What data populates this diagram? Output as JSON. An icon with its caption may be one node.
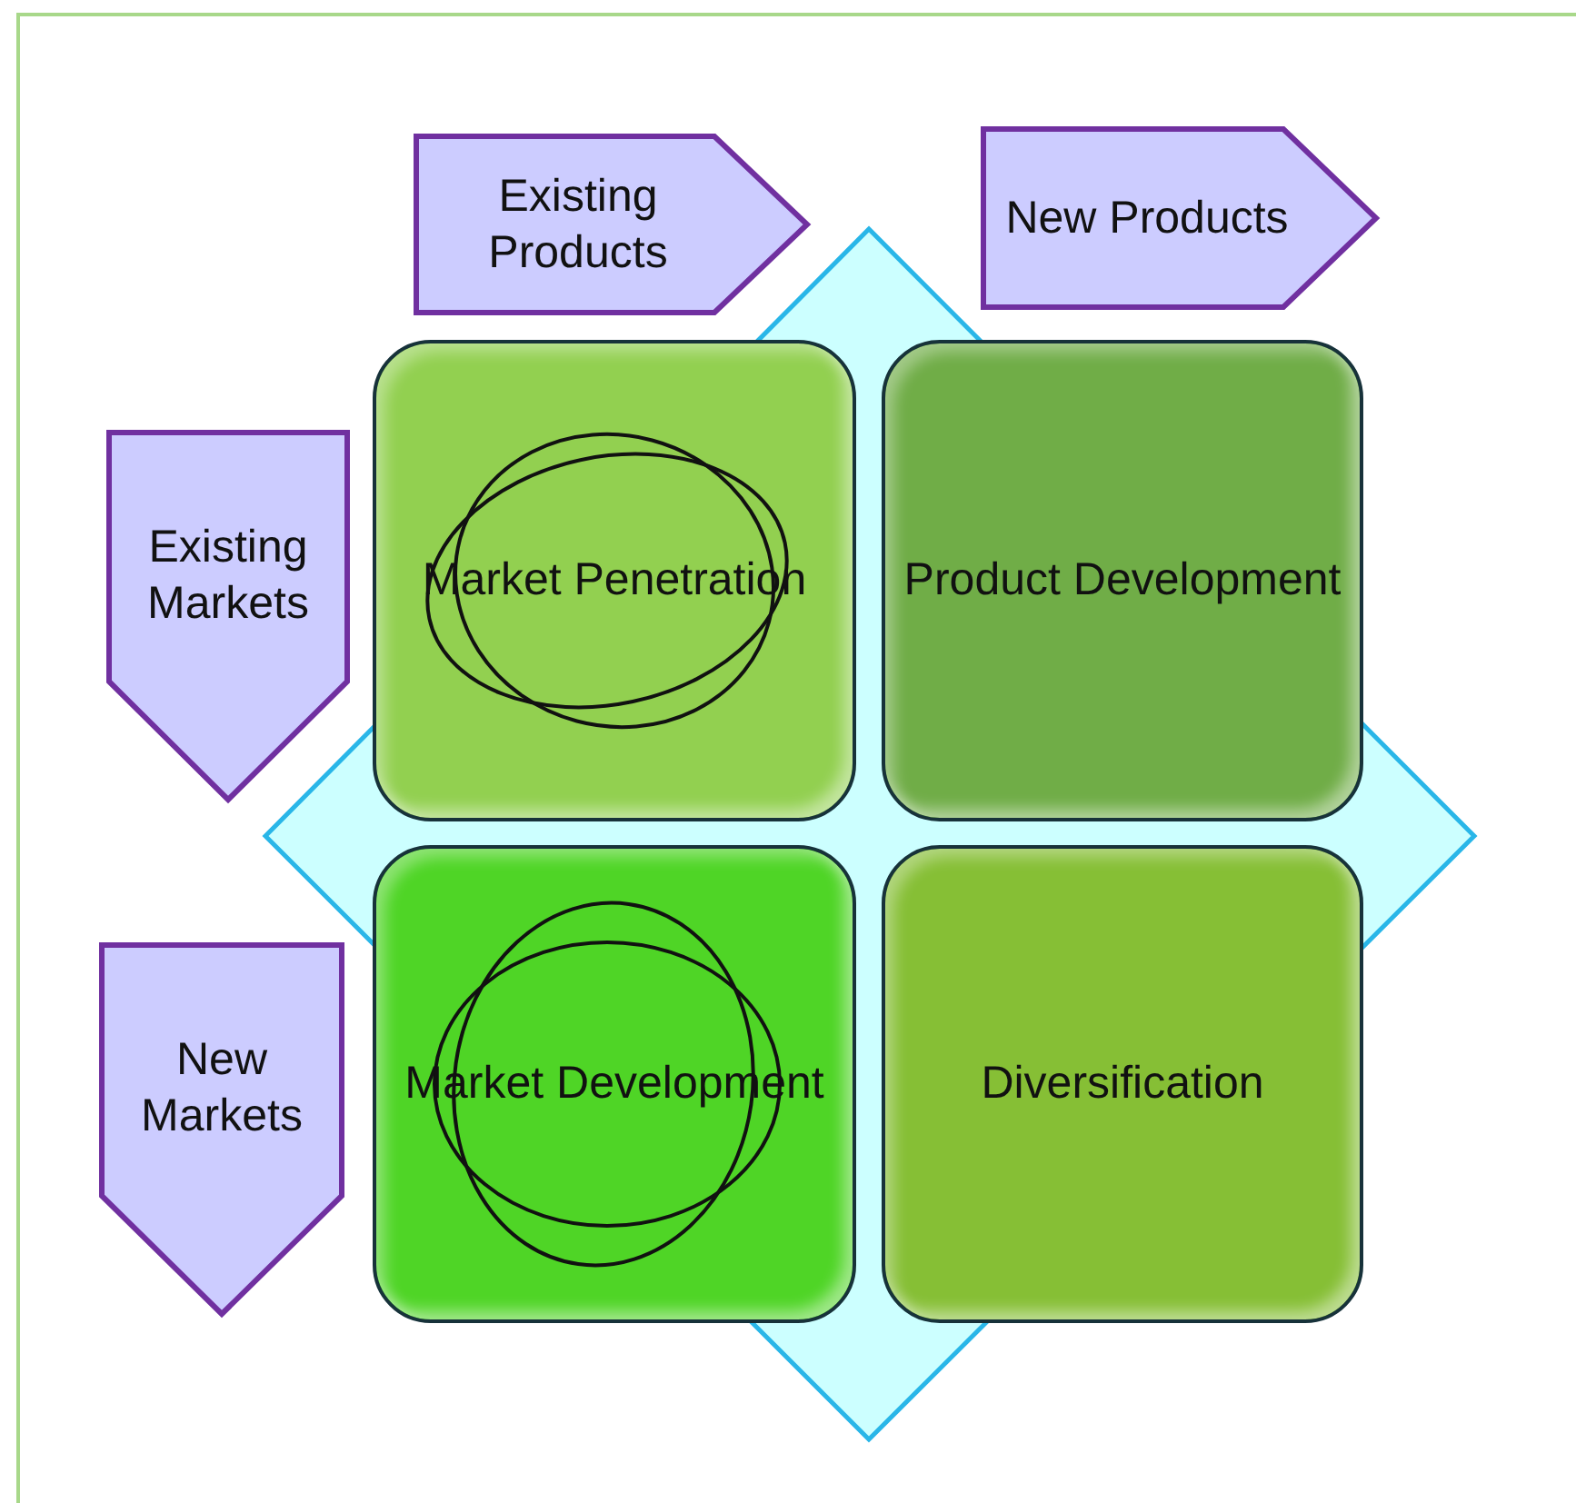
{
  "diagram": {
    "nodes": [
      {
        "text": [
          "Existing Products"
        ]
      },
      {
        "text": [
          "New Products"
        ]
      },
      {
        "text": [
          "Existing Markets"
        ]
      },
      {
        "text": [
          "Market Penetration"
        ]
      },
      {
        "text": [
          "Product Development"
        ]
      },
      {
        "text": [
          "New Markets"
        ]
      },
      {
        "text": [
          "Market Development"
        ]
      },
      {
        "text": [
          "Diversification"
        ]
      }
    ]
  }
}
